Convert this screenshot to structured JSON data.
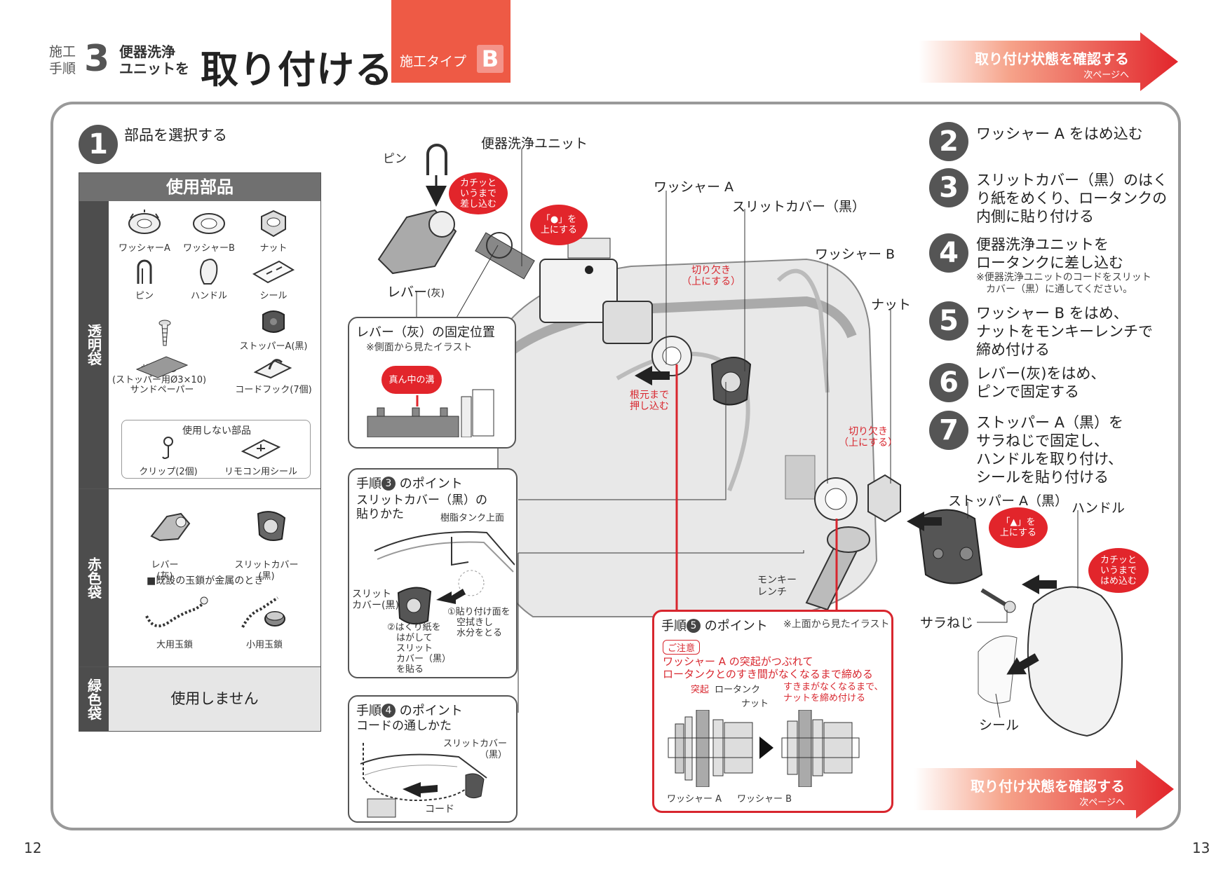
{
  "header": {
    "step_label": "施工\n手順",
    "step_number": "3",
    "subtitle": "便器洗浄\nユニットを",
    "title": "取り付ける",
    "type_label": "施工タイプ",
    "type_letter": "B",
    "next_main": "取り付け状態を確認する",
    "next_sub": "次ページへ"
  },
  "step1": {
    "number": "1",
    "title": "部品を選択する"
  },
  "parts_table": {
    "heading": "使用部品",
    "clear_bag": "透明袋",
    "red_bag": "赤色袋",
    "green_bag": "緑色袋",
    "clear_items": [
      "ワッシャーA",
      "ワッシャーB",
      "ナット",
      "ピン",
      "ハンドル",
      "シール",
      "サラねじ\n(ストッパー用Ø3×10)",
      "ストッパーA(黒)",
      "サンドペーパー",
      "コードフック(7個)"
    ],
    "unused_title": "使用しない部品",
    "unused_items": [
      "クリップ(2個)",
      "リモコン用シール"
    ],
    "red_items": [
      "レバー\n(灰)",
      "スリットカバー\n(黒)"
    ],
    "metal_note": "■既設の玉鎖が金属のとき",
    "chain_items": [
      "大用玉鎖",
      "小用玉鎖"
    ],
    "green_text": "使用しません"
  },
  "steps": [
    {
      "number": "2",
      "text": "ワッシャー A をはめ込む",
      "note": ""
    },
    {
      "number": "3",
      "text": "スリットカバー（黒）のはく\nり紙をめくり、ロータンクの\n内側に貼り付ける",
      "note": ""
    },
    {
      "number": "4",
      "text": "便器洗浄ユニットを\nロータンクに差し込む",
      "note": "※便器洗浄ユニットのコードをスリット\n　カバー（黒）に通してください。"
    },
    {
      "number": "5",
      "text": "ワッシャー B をはめ、\nナットをモンキーレンチで\n締め付ける",
      "note": ""
    },
    {
      "number": "6",
      "text": "レバー(灰)をはめ、\nピンで固定する",
      "note": ""
    },
    {
      "number": "7",
      "text": "ストッパー A（黒）を\nサラねじで固定し、\nハンドルを取り付け、\nシールを貼り付ける",
      "note": ""
    }
  ],
  "diagram": {
    "unit_label": "便器洗浄ユニット",
    "pin_label": "ピン",
    "lever_label": "レバー",
    "lever_suffix": "(灰)",
    "washer_a": "ワッシャー A",
    "slit_cover": "スリットカバー（黒）",
    "washer_b": "ワッシャー B",
    "nut": "ナット",
    "stopper": "ストッパー A（黒）",
    "handle": "ハンドル",
    "screw": "サラねじ",
    "seal": "シール",
    "wrench": "モンキー\nレンチ",
    "notch1": "切り欠き\n（上にする）",
    "notch2": "切り欠き\n（上にする）",
    "push": "根元まで\n押し込む",
    "bubble_pin": "カチッと\nいうまで\n差し込む",
    "bubble_dot": "「●」を\n上にする",
    "bubble_tri": "「▲」を\n上にする",
    "bubble_handle": "カチッと\nいうまで\nはめ込む"
  },
  "lever_box": {
    "title": "レバー（灰）の固定位置",
    "note": "※側面から見たイラスト",
    "bubble": "真ん中の溝"
  },
  "point3": {
    "label_prefix": "手順",
    "num": "3",
    "label_suffix": "のポイント",
    "sub": "スリットカバー（黒）の\n貼りかた",
    "tank_top": "樹脂タンク上面",
    "slit_cover": "スリット\nカバー(黒)",
    "note1": "①貼り付け面を\n　空拭きし\n　水分をとる",
    "note2": "②はくり紙を\n　はがして\n　スリット\n　カバー（黒）\n　を貼る"
  },
  "point4": {
    "label_prefix": "手順",
    "num": "4",
    "label_suffix": "のポイント",
    "sub": "コードの通しかた",
    "slit_cover": "スリットカバー\n（黒）",
    "cord": "コード"
  },
  "point5": {
    "label_prefix": "手順",
    "num": "5",
    "label_suffix": "のポイント",
    "view_note": "※上面から見たイラスト",
    "caution": "ご注意",
    "warning": "ワッシャー A の突起がつぶれて\nロータンクとのすき間がなくなるまで締める",
    "protrusion": "突起",
    "low_tank": "ロータンク",
    "nut": "ナット",
    "tighten": "すきまがなくなるまで、\nナットを締め付ける",
    "washer_a": "ワッシャー A",
    "washer_b": "ワッシャー B"
  },
  "page_left": "12",
  "page_right": "13",
  "colors": {
    "accent_red": "#e2252b",
    "header_orange": "#ee5a45",
    "frame_gray": "#999999",
    "dark_gray": "#555555"
  }
}
